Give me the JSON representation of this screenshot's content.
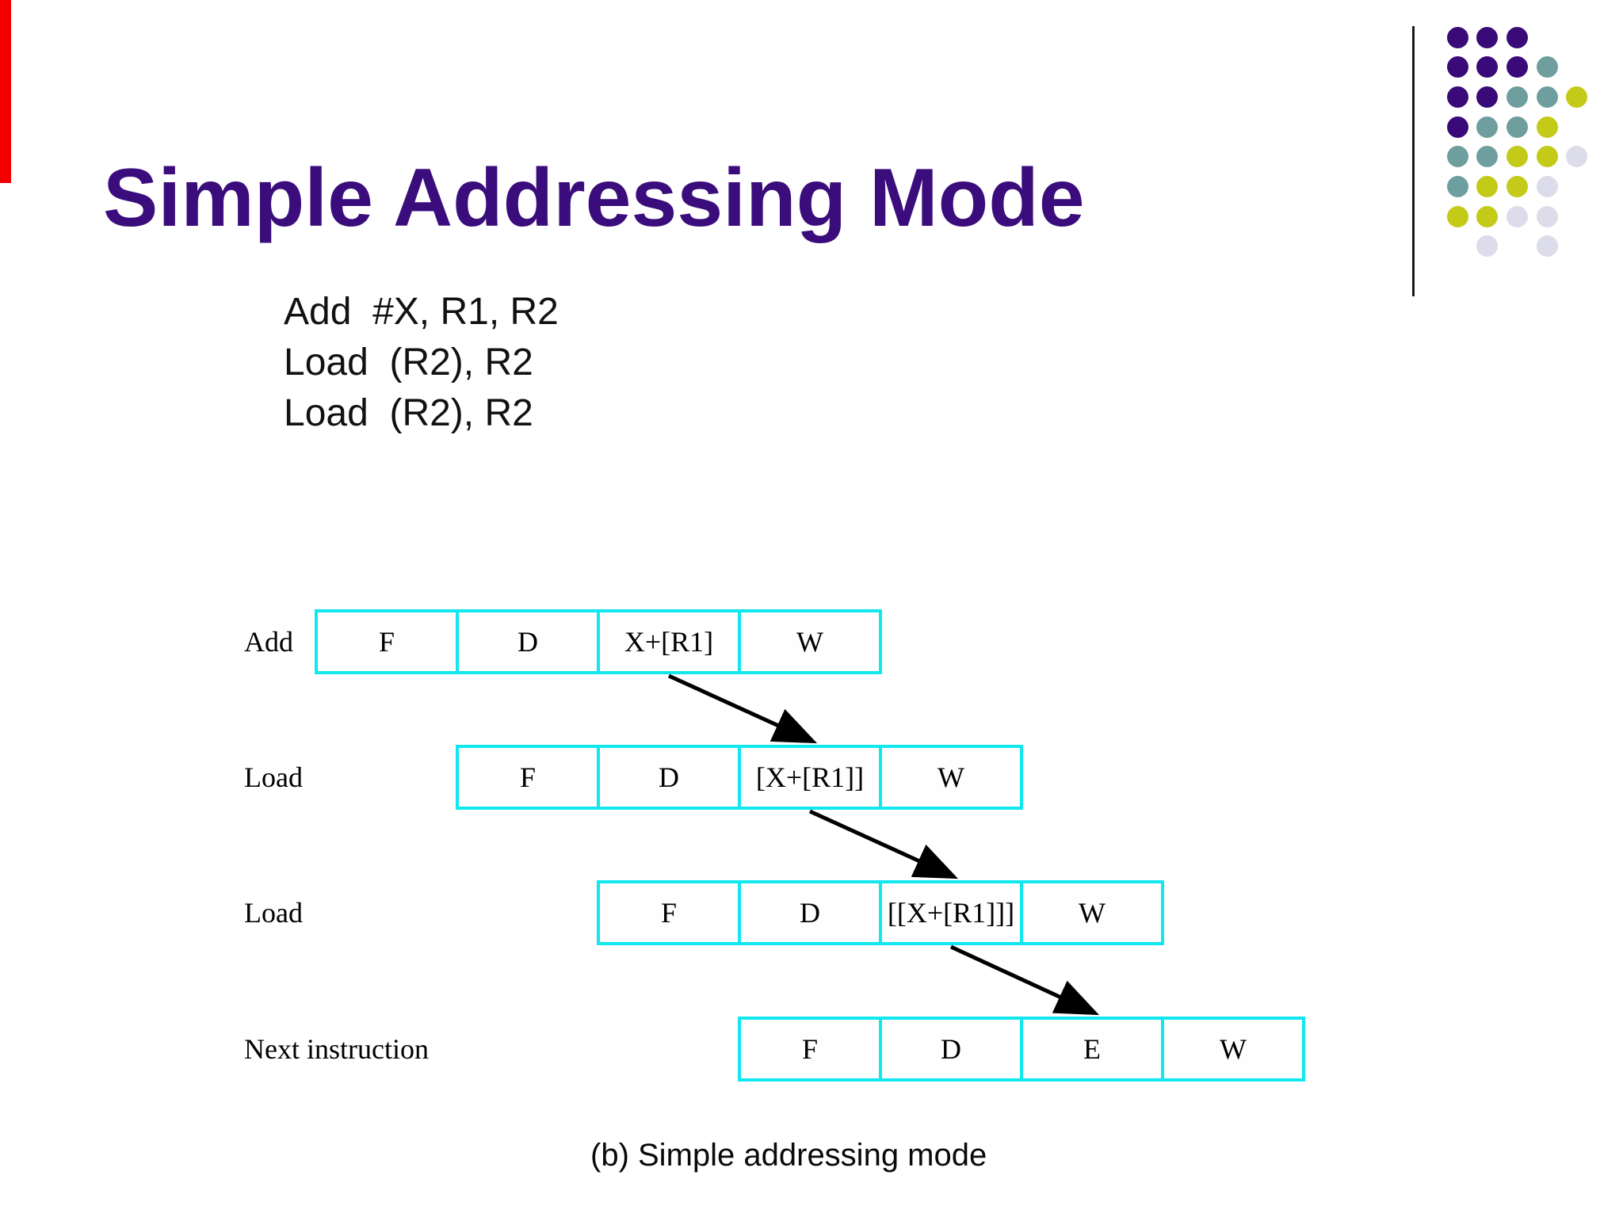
{
  "title": {
    "text": "Simple Addressing Mode",
    "color": "#3b0d7c"
  },
  "code_block": {
    "lines": [
      "Add  #X, R1, R2",
      "Load  (R2), R2",
      "Load  (R2), R2"
    ]
  },
  "pipeline": {
    "box_border_color": "#10e7ef",
    "rows": [
      {
        "label": "Add",
        "cells": [
          "F",
          "D",
          "X+[R1]",
          "W"
        ]
      },
      {
        "label": "Load",
        "cells": [
          "F",
          "D",
          "[X+[R1]]",
          "W"
        ]
      },
      {
        "label": "Load",
        "cells": [
          "F",
          "D",
          "[[X+[R1]]]",
          "W"
        ]
      },
      {
        "label": "Next instruction",
        "cells": [
          "F",
          "D",
          "E",
          "W"
        ]
      }
    ],
    "execute_stage_index": 2,
    "arrow_color": "#000000"
  },
  "caption": {
    "text": "(b) Simple addressing mode"
  },
  "decor": {
    "red_bar_color": "#f20000",
    "divider_line_color": "#1a1a1a",
    "dots": {
      "colors": {
        "P": "#390a78",
        "T": "#6f9e9e",
        "Y": "#c3ca18",
        "L": "#dcdcea"
      },
      "pattern": [
        "PPP..",
        "PPPT.",
        "PPTTY",
        "PTTY.",
        "TTYYL",
        "TYYL.",
        "YYLL.",
        ".L.L."
      ]
    }
  }
}
